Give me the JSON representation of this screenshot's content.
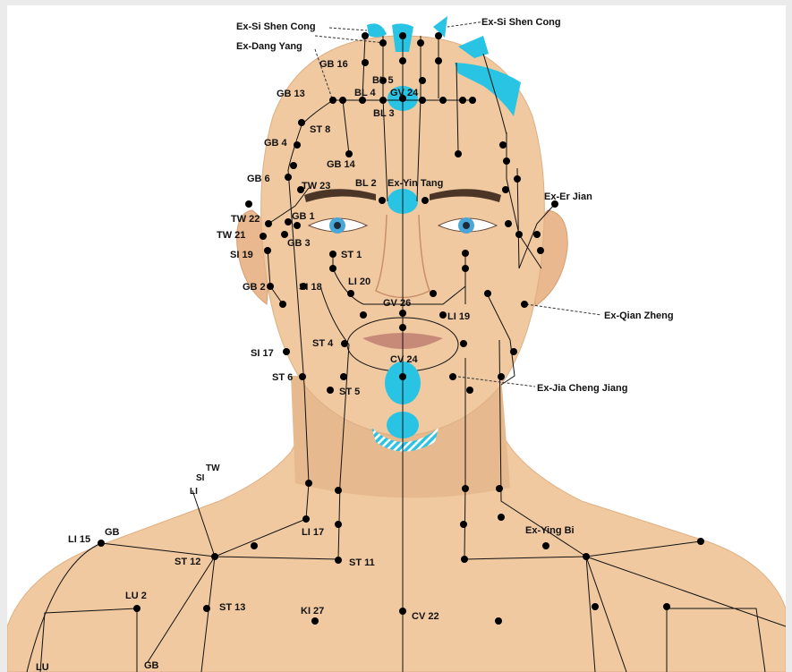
{
  "figure": {
    "labels": {
      "ex_si_shen_cong_left": "Ex-Si Shen Cong",
      "ex_si_shen_cong_right": "Ex-Si Shen Cong",
      "ex_dang_yang": "Ex-Dang Yang",
      "gb16": "GB 16",
      "bl5": "BL 5",
      "gb13": "GB 13",
      "bl4": "BL 4",
      "gv24": "GV 24",
      "bl3": "BL 3",
      "st8": "ST 8",
      "gb4": "GB 4",
      "gb14": "GB 14",
      "gb6": "GB 6",
      "tw23": "TW 23",
      "bl2": "BL 2",
      "ex_yin_tang": "Ex-Yin Tang",
      "ex_er_jian": "Ex-Er Jian",
      "tw22": "TW 22",
      "gb1": "GB 1",
      "tw21": "TW 21",
      "gb3": "GB 3",
      "si19": "SI 19",
      "st1": "ST 1",
      "gb2": "GB 2",
      "si18": "SI 18",
      "li20": "LI 20",
      "gv26": "GV 26",
      "li19": "LI 19",
      "ex_qian_zheng": "Ex-Qian Zheng",
      "st4": "ST 4",
      "si17": "SI 17",
      "cv24": "CV 24",
      "st6": "ST 6",
      "st5": "ST 5",
      "ex_jia_cheng_jiang": "Ex-Jia Cheng Jiang",
      "tw": "TW",
      "si": "SI",
      "li": "LI",
      "li15": "LI 15",
      "gb_shoulder": "GB",
      "li17": "LI 17",
      "ex_ying_bi": "Ex-Ying Bi",
      "st12": "ST 12",
      "st11": "ST 11",
      "lu2": "LU 2",
      "st13": "ST 13",
      "ki27": "KI 27",
      "cv22": "CV 22",
      "lu": "LU",
      "gb_bottom": "GB"
    },
    "colors": {
      "background": "#ebebeb",
      "skin": "#f0c9a0",
      "skin_shade": "#d9a57a",
      "points_highlight": "#29c3e3",
      "dot": "#000000",
      "channel_line": "#111111",
      "iris": "#4aa6d6",
      "lips": "#c78a78",
      "brows": "#4a3526"
    }
  }
}
